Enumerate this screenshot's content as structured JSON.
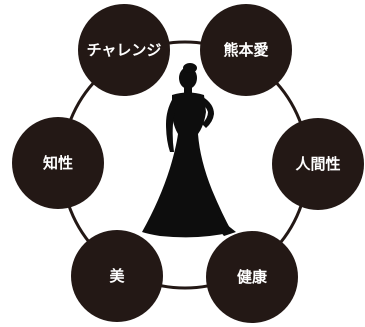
{
  "diagram": {
    "center_figure": "woman-in-evening-gown-silhouette",
    "nodes": [
      {
        "id": "challenge",
        "label": "チャレンジ"
      },
      {
        "id": "kumamoto-love",
        "label": "熊本愛"
      },
      {
        "id": "humanity",
        "label": "人間性"
      },
      {
        "id": "health",
        "label": "健康"
      },
      {
        "id": "beauty",
        "label": "美"
      },
      {
        "id": "intelligence",
        "label": "知性"
      }
    ],
    "colors": {
      "node_fill": "#231815",
      "ring_stroke": "#231815",
      "label_text": "#ffffff",
      "silhouette": "#0d0d0d"
    }
  }
}
